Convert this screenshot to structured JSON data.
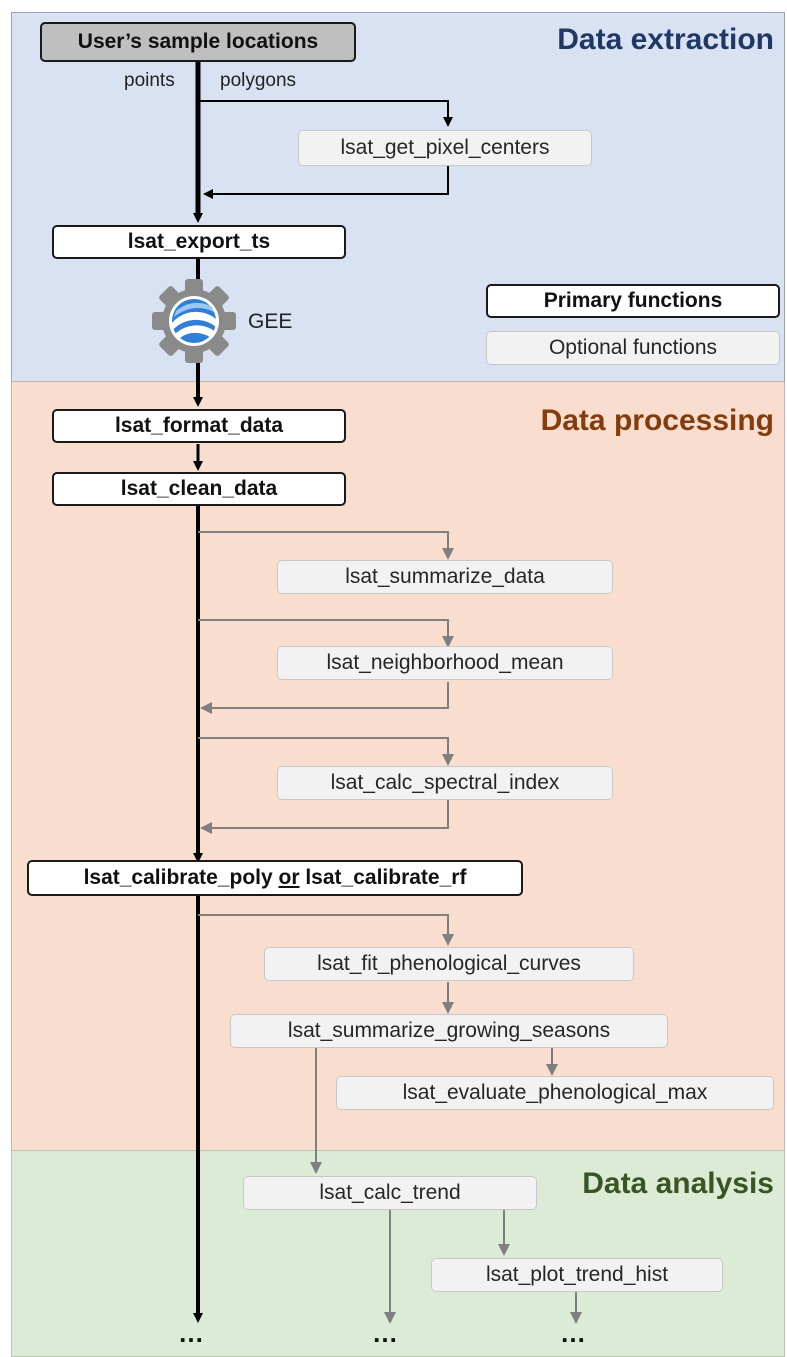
{
  "sections": {
    "extraction": "Data extraction",
    "processing": "Data processing",
    "analysis": "Data analysis"
  },
  "source_box": "User’s sample locations",
  "branch_labels": {
    "points": "points",
    "polygons": "polygons"
  },
  "gee_label": "GEE",
  "legend": {
    "primary": "Primary functions",
    "optional": "Optional functions"
  },
  "functions": {
    "get_pixel_centers": "lsat_get_pixel_centers",
    "export_ts": "lsat_export_ts",
    "format_data": "lsat_format_data",
    "clean_data": "lsat_clean_data",
    "summarize_data": "lsat_summarize_data",
    "neighborhood_mean": "lsat_neighborhood_mean",
    "calc_spectral_index": "lsat_calc_spectral_index",
    "calibrate_poly": "lsat_calibrate_poly",
    "or_word": "or",
    "calibrate_rf": "lsat_calibrate_rf",
    "fit_phenological_curves": "lsat_fit_phenological_curves",
    "summarize_growing_seasons": "lsat_summarize_growing_seasons",
    "evaluate_phenological_max": "lsat_evaluate_phenological_max",
    "calc_trend": "lsat_calc_trend",
    "plot_trend_hist": "lsat_plot_trend_hist"
  },
  "ellipsis": "…",
  "colors": {
    "extraction_bg": "#d9e2f2",
    "processing_bg": "#f9ddcf",
    "analysis_bg": "#dcebd6",
    "extraction_title": "#1f3864",
    "processing_title": "#843c0c",
    "analysis_title": "#375623",
    "primary_arrow": "#000000",
    "optional_arrow": "#7f7f7f"
  }
}
